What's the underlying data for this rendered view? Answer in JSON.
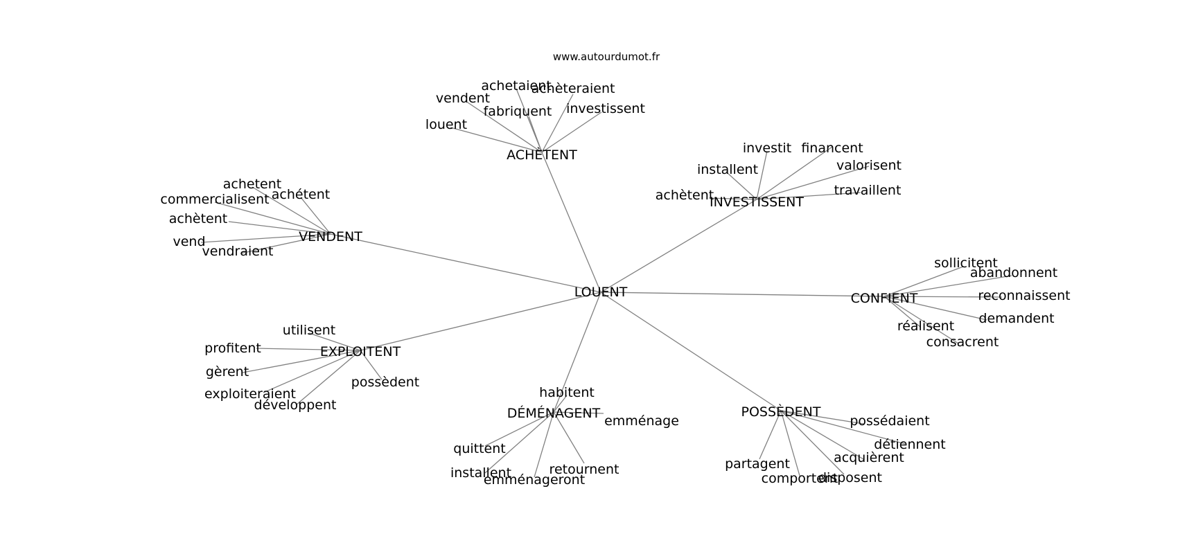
{
  "source": "www.autourdumot.fr",
  "root": "LOUENT",
  "clusters": [
    {
      "hub": "ACHÈTENT",
      "leaves": [
        "achetaient",
        "achèteraient",
        "vendent",
        "fabriquent",
        "investissent",
        "louent"
      ]
    },
    {
      "hub": "INVESTISSENT",
      "leaves": [
        "investit",
        "financent",
        "installent",
        "valorisent",
        "achètent",
        "travaillent"
      ]
    },
    {
      "hub": "VENDENT",
      "leaves": [
        "achetent",
        "achétent",
        "commercialisent",
        "achètent",
        "vend",
        "vendraient"
      ]
    },
    {
      "hub": "CONFIENT",
      "leaves": [
        "sollicitent",
        "abandonnent",
        "reconnaissent",
        "demandent",
        "réalisent",
        "consacrent"
      ]
    },
    {
      "hub": "EXPLOITENT",
      "leaves": [
        "utilisent",
        "profitent",
        "gèrent",
        "exploiteraient",
        "développent",
        "possèdent"
      ]
    },
    {
      "hub": "DÉMÉNAGENT",
      "leaves": [
        "habitent",
        "emménage",
        "quittent",
        "installent",
        "emménageront",
        "retournent"
      ]
    },
    {
      "hub": "POSSÈDENT",
      "leaves": [
        "possédaient",
        "détiennent",
        "acquièrent",
        "partagent",
        "comportent",
        "disposent"
      ]
    }
  ]
}
